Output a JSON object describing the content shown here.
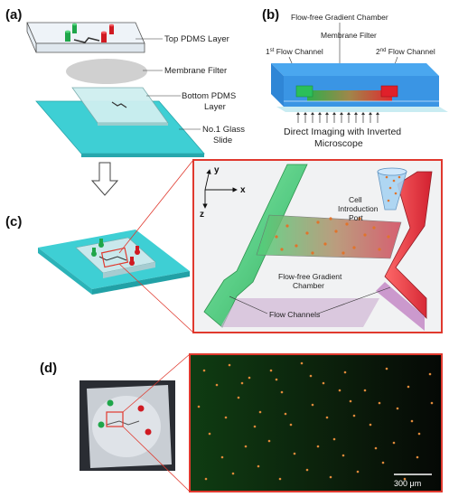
{
  "panels": {
    "a": "(a)",
    "b": "(b)",
    "c": "(c)",
    "d": "(d)"
  },
  "panel_a": {
    "top_layer": "Top PDMS Layer",
    "membrane": "Membrane Filter",
    "bottom_layer_line1": "Bottom PDMS",
    "bottom_layer_line2": "Layer",
    "glass_line1": "No.1 Glass",
    "glass_line2": "Slide"
  },
  "panel_b": {
    "gradient_chamber": "Flow-free Gradient Chamber",
    "membrane": "Membrane Filter",
    "first_channel_sup": "st",
    "first_channel_num": "1",
    "first_channel": " Flow Channel",
    "second_channel_num": "2",
    "second_channel_sup": "nd",
    "second_channel": " Flow Channel",
    "imaging_line1": "Direct Imaging with Inverted",
    "imaging_line2": "Microscope"
  },
  "panel_c": {
    "axis_x": "x",
    "axis_y": "y",
    "axis_z": "z",
    "cell_port_line1": "Cell",
    "cell_port_line2": "Introduction",
    "cell_port_line3": "Port",
    "gradient_chamber_line1": "Flow-free Gradient",
    "gradient_chamber_line2": "Chamber",
    "flow_channels": "Flow Channels"
  },
  "panel_d": {
    "scale_bar": "300 μm"
  },
  "colors": {
    "green_channel": "#2bbf5a",
    "red_channel": "#e0202a",
    "glass": "#38c9cf",
    "highlight_box": "#e0392e"
  }
}
